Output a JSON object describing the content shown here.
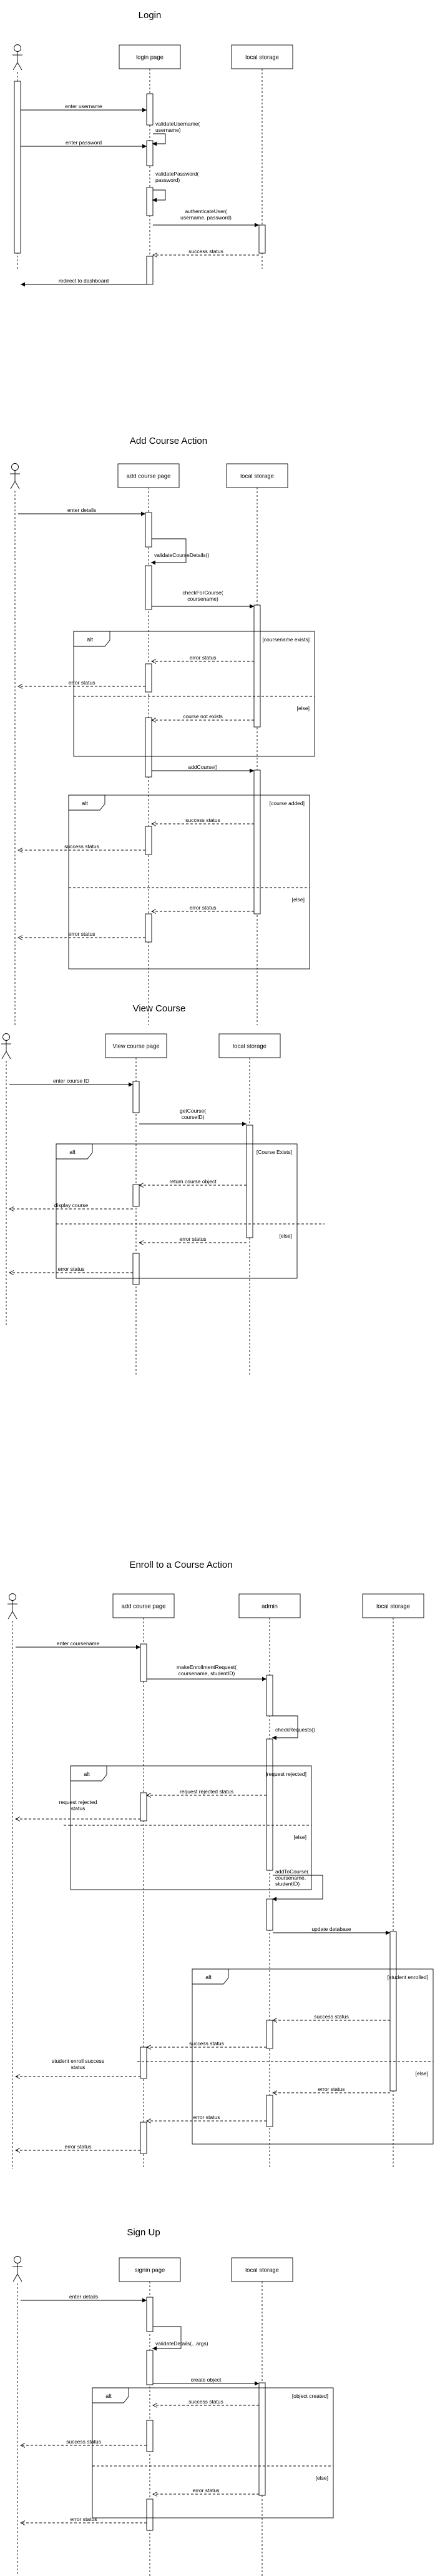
{
  "diagrams": [
    {
      "title": "Login",
      "lifelines": [
        "login page",
        "local storage"
      ],
      "messages": [
        "enter username",
        "validateUsername(\nusername)",
        "enter password",
        "validatePassword(\npassword)",
        "authenticateUser(\nusername, password)",
        "success status",
        "redirect to dashboard"
      ],
      "fragments": []
    },
    {
      "title": "Add Course Action",
      "lifelines": [
        "add course page",
        "local storage"
      ],
      "messages": [
        "enter details",
        "validateCourseDetails()",
        "checkForCourse(\ncoursename)",
        "error status",
        "error status",
        "course not exists",
        "addCourse()",
        "success status",
        "success status",
        "error status",
        "error status"
      ],
      "fragments": [
        {
          "op": "alt",
          "guards": [
            "[coursename exists]",
            "[else]"
          ]
        },
        {
          "op": "alt",
          "guards": [
            "[course added]",
            "[else]"
          ]
        }
      ]
    },
    {
      "title": "View Course",
      "lifelines": [
        "View course page",
        "local storage"
      ],
      "messages": [
        "enter course ID",
        "getCourse(\ncourseID)",
        "return course object",
        "display course",
        "error status",
        "error status"
      ],
      "fragments": [
        {
          "op": "alt",
          "guards": [
            "[Course Exists]",
            "[else]"
          ]
        }
      ]
    },
    {
      "title": "Enroll to a Course Action",
      "lifelines": [
        "add course page",
        "admin",
        "local storage"
      ],
      "messages": [
        "enter coursename",
        "makeEnrollmentRequest(\ncoursename, studentID)",
        "checkRequests()",
        "request rejected status",
        "request rejected\nstatus",
        "addToCourse(\ncoursename,\nstudentID)",
        "update database",
        "success status",
        "success status",
        "student enroll success\nstatus",
        "error status",
        "error status",
        "error status"
      ],
      "fragments": [
        {
          "op": "alt",
          "guards": [
            "[request rejected]",
            "[else]"
          ]
        },
        {
          "op": "alt",
          "guards": [
            "[student enrolled]",
            "[else]"
          ]
        }
      ]
    },
    {
      "title": "Sign Up",
      "lifelines": [
        "signin page",
        "local storage"
      ],
      "messages": [
        "enter details",
        "validateDetails(...args)",
        "create object",
        "success status",
        "success status",
        "error status",
        "error status"
      ],
      "fragments": [
        {
          "op": "alt",
          "guards": [
            "[object created]",
            "[else]"
          ]
        }
      ]
    }
  ],
  "colors": {
    "line": "#000000",
    "background": "#ffffff"
  }
}
